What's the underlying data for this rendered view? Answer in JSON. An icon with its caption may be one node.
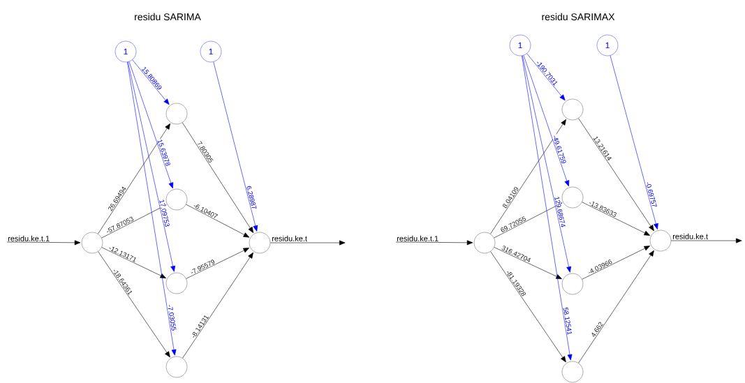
{
  "diagram": {
    "nodes": [
      {
        "text": [
          "residu.ke.t.1"
        ]
      },
      {
        "text": [],
        "shape": "circle"
      },
      {
        "text": [],
        "shape": "circle"
      },
      {
        "text": [],
        "shape": "circle"
      },
      {
        "text": [],
        "shape": "circle"
      },
      {
        "text": [],
        "shape": "circle"
      },
      {
        "text": [],
        "shape": "circle",
        "beside": [
          "residu.ke.t"
        ]
      },
      {
        "text": [
          "1"
        ]
      },
      {
        "text": [
          "1"
        ]
      },
      {
        "text": [
          "residu.ke.t.1"
        ]
      },
      {
        "text": [],
        "shape": "circle"
      },
      {
        "text": [],
        "shape": "circle"
      },
      {
        "text": [],
        "shape": "circle"
      },
      {
        "text": [],
        "shape": "circle"
      },
      {
        "text": [],
        "shape": "circle"
      },
      {
        "text": [],
        "shape": "circle",
        "beside": [
          "residu.ke.t"
        ]
      },
      {
        "text": [
          "1"
        ]
      },
      {
        "text": [
          "1"
        ]
      }
    ],
    "edges": [
      {
        "from": 0,
        "to": 1,
        "arrow": "to"
      },
      {
        "from": 1,
        "to": 2,
        "arrow": "to",
        "label": "26.69494"
      },
      {
        "from": 1,
        "to": 3,
        "arrow": "to",
        "label": "-57.87053"
      },
      {
        "from": 1,
        "to": 4,
        "arrow": "to",
        "label": "-12.13171"
      },
      {
        "from": 1,
        "to": 5,
        "arrow": "to",
        "label": "-18.64361"
      },
      {
        "from": 2,
        "to": 6,
        "arrow": "to",
        "label": "7.80305"
      },
      {
        "from": 3,
        "to": 6,
        "arrow": "to",
        "label": "-6.10407"
      },
      {
        "from": 4,
        "to": 6,
        "arrow": "to",
        "label": "-7.95579"
      },
      {
        "from": 5,
        "to": 6,
        "arrow": "to",
        "label": "-8.14131"
      },
      {
        "from": 7,
        "to": 2,
        "arrow": "to",
        "label": "15.80869",
        "color": "#0000ff"
      },
      {
        "from": 7,
        "to": 3,
        "arrow": "to",
        "label": "15.63978",
        "color": "#0000ff"
      },
      {
        "from": 7,
        "to": 4,
        "arrow": "to",
        "label": "17.09753",
        "color": "#0000ff"
      },
      {
        "from": 7,
        "to": 5,
        "arrow": "to",
        "label": "-7.03055",
        "color": "#0000ff"
      },
      {
        "from": 8,
        "to": 6,
        "arrow": "to",
        "label": "6.28987",
        "color": "#0000ff"
      },
      {
        "from": 6,
        "to": null,
        "arrow": "to"
      },
      {
        "from": 9,
        "to": 10,
        "arrow": "to"
      },
      {
        "from": 10,
        "to": 11,
        "arrow": "to",
        "label": "8.04109"
      },
      {
        "from": 10,
        "to": 12,
        "arrow": "to",
        "label": "69.72055"
      },
      {
        "from": 10,
        "to": 13,
        "arrow": "to",
        "label": "316.42704"
      },
      {
        "from": 10,
        "to": 14,
        "arrow": "to",
        "label": "-81.19328"
      },
      {
        "from": 11,
        "to": 15,
        "arrow": "to",
        "label": "13.21614"
      },
      {
        "from": 12,
        "to": 15,
        "arrow": "to",
        "label": "-13.83633"
      },
      {
        "from": 13,
        "to": 15,
        "arrow": "to",
        "label": "-4.03966"
      },
      {
        "from": 14,
        "to": 15,
        "arrow": "to",
        "label": "4.662"
      },
      {
        "from": 16,
        "to": 11,
        "arrow": "to",
        "label": "-190.7031",
        "color": "#0000ff"
      },
      {
        "from": 16,
        "to": 12,
        "arrow": "to",
        "label": "-49.61759",
        "color": "#0000ff"
      },
      {
        "from": 16,
        "to": 13,
        "arrow": "to",
        "label": "129.68674",
        "color": "#0000ff"
      },
      {
        "from": 16,
        "to": 14,
        "arrow": "to",
        "label": "58.12541",
        "color": "#0000ff"
      },
      {
        "from": 17,
        "to": 15,
        "arrow": "to",
        "label": "-0.69757",
        "color": "#0000ff"
      },
      {
        "from": 15,
        "to": null,
        "arrow": "to"
      }
    ],
    "labels": [
      "residu SARIMA",
      "residu SARIMAX"
    ]
  }
}
